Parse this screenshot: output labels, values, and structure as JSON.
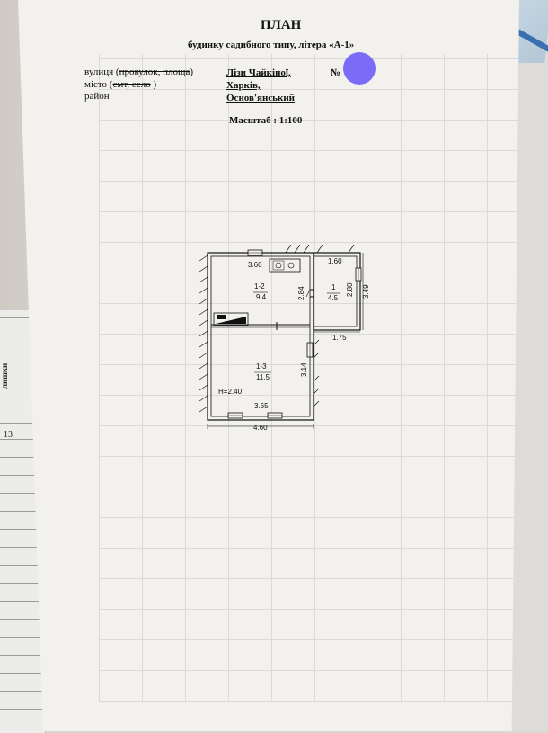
{
  "document": {
    "title": "ПЛАН",
    "subtitle_prefix": "будинку садибного типу, літера «",
    "subtitle_letter": "А-1",
    "subtitle_suffix": "»",
    "street_label_a": "вулиця (",
    "street_label_struck": "провулок, площа",
    "street_label_b": ")",
    "city_label_a": "місто (",
    "city_label_struck": "смт, село",
    "city_label_b": " )",
    "district_label": "район",
    "street_value": "Лізи Чайкіної,",
    "number_prefix": "№",
    "city_value": "Харків,",
    "district_value": "Основ'янський",
    "scale": "Масштаб : 1:100"
  },
  "plan": {
    "dim_top_left": "3.60",
    "dim_top_right": "1.60",
    "room_1_2_id": "1-2",
    "room_1_2_area": "9.4",
    "dim_284": "2.84",
    "room_1_id": "1",
    "room_1_area": "4.5",
    "dim_280": "2.80",
    "dim_349": "3.49",
    "dim_175": "1.75",
    "room_1_3_id": "1-3",
    "room_1_3_area": "11.5",
    "dim_314": "3.14",
    "height_label": "Н=2.40",
    "dim_365": "3.65",
    "dim_460": "4.60"
  },
  "under_sheet": {
    "label": "лишки",
    "number": "13"
  },
  "colors": {
    "redaction": "#7b6cf7",
    "paper": "#f2f1ee"
  }
}
